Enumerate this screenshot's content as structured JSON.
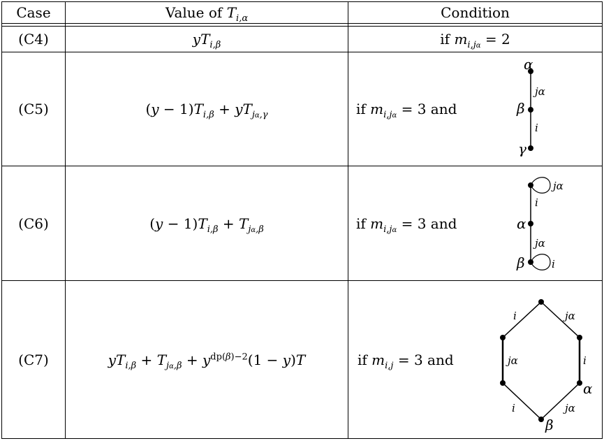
{
  "header": {
    "case": "Case",
    "value_prefix": "Value of",
    "condition": "Condition"
  },
  "rows": [
    {
      "case": "(C4)",
      "condition_text": "if"
    },
    {
      "case": "(C5)",
      "condition_text": "if",
      "and": "and"
    },
    {
      "case": "(C6)",
      "condition_text": "if",
      "and": "and"
    },
    {
      "case": "(C7)",
      "condition_text": "if",
      "and": "and"
    }
  ],
  "diagram_labels": {
    "alpha": "α",
    "beta": "β",
    "gamma": "γ",
    "i": "i",
    "j_alpha": "jα"
  }
}
